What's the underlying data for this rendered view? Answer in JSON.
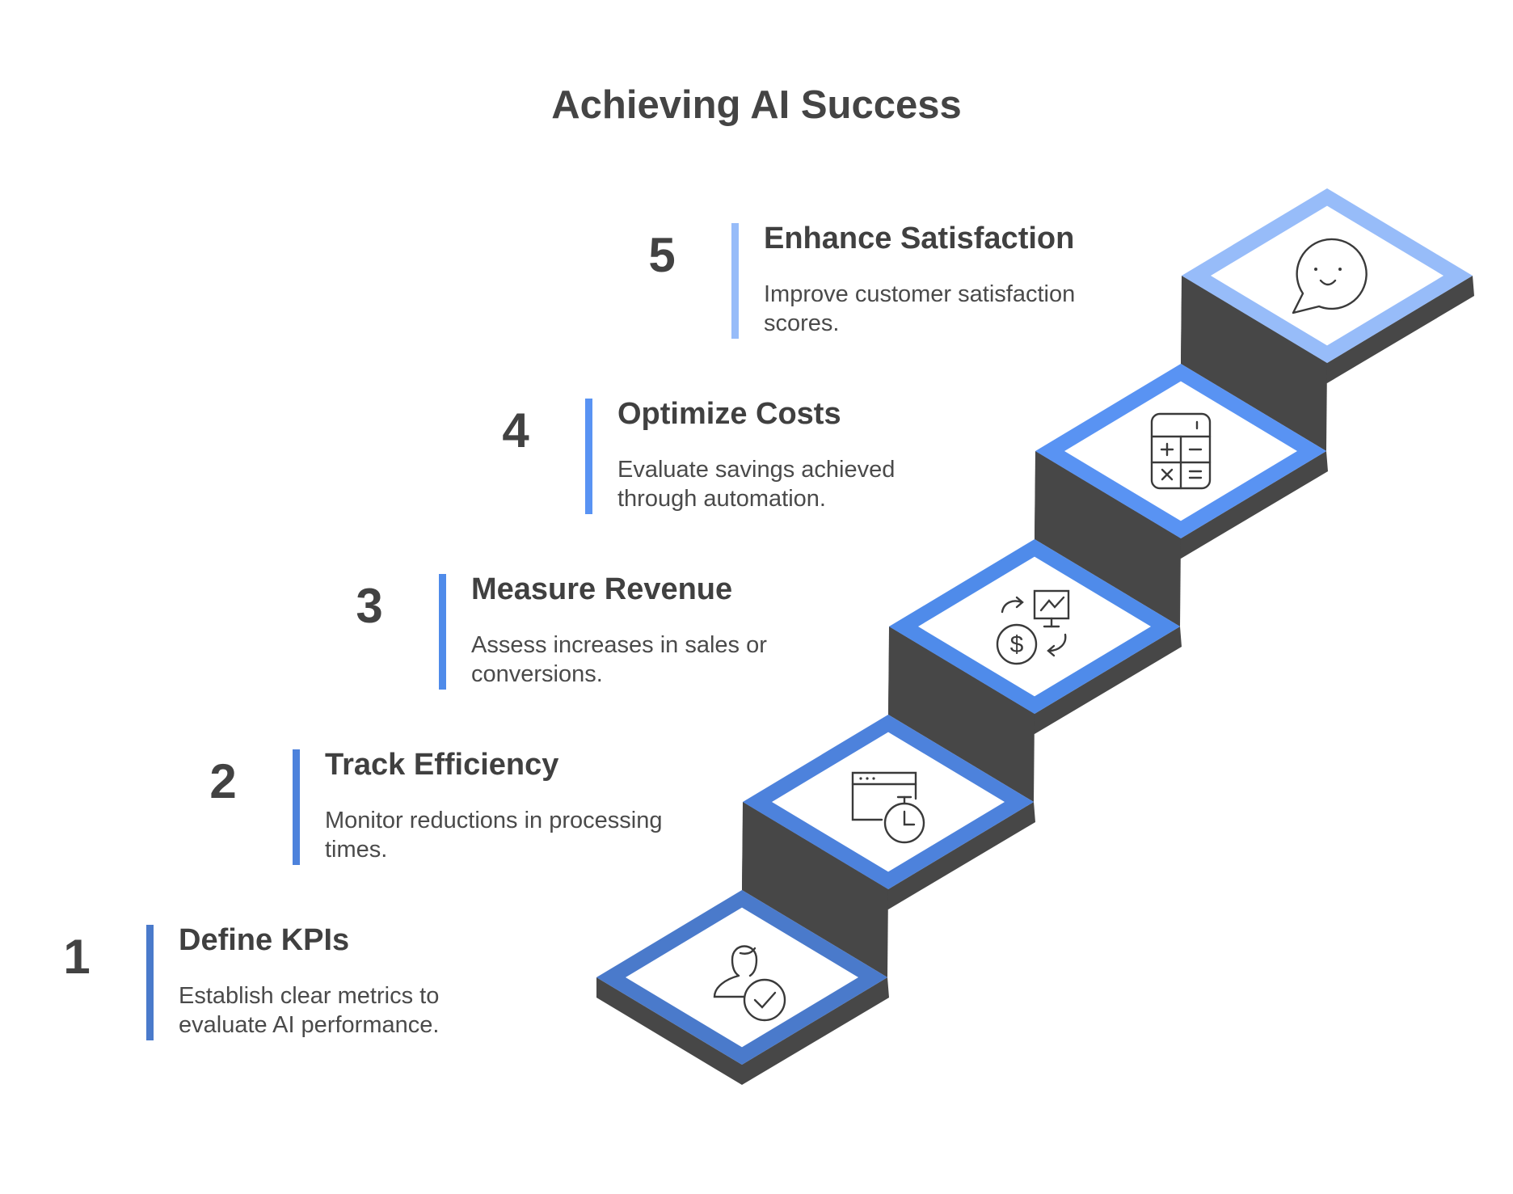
{
  "title": "Achieving AI Success",
  "colors": {
    "riser": "#474747",
    "tile_fill": "#ffffff",
    "icon_stroke": "#3a3a3a",
    "accent_1": "#4a7acb",
    "accent_2": "#4d82dc",
    "accent_3": "#4f8bea",
    "accent_4": "#5993f3",
    "accent_5": "#97bcf9"
  },
  "steps": [
    {
      "number": "1",
      "heading": "Define KPIs",
      "description": "Establish clear metrics to evaluate AI performance.",
      "icon": "user-check-icon",
      "color": "#4a7acb"
    },
    {
      "number": "2",
      "heading": "Track Efficiency",
      "description": "Monitor reductions in processing times.",
      "icon": "window-stopwatch-icon",
      "color": "#4d82dc"
    },
    {
      "number": "3",
      "heading": "Measure Revenue",
      "description": "Assess increases in sales or conversions.",
      "icon": "revenue-exchange-icon",
      "color": "#4f8bea"
    },
    {
      "number": "4",
      "heading": "Optimize Costs",
      "description": "Evaluate savings achieved through automation.",
      "icon": "calculator-icon",
      "color": "#5993f3"
    },
    {
      "number": "5",
      "heading": "Enhance Satisfaction",
      "description": "Improve customer satisfaction scores.",
      "icon": "smiley-chat-icon",
      "color": "#97bcf9"
    }
  ]
}
